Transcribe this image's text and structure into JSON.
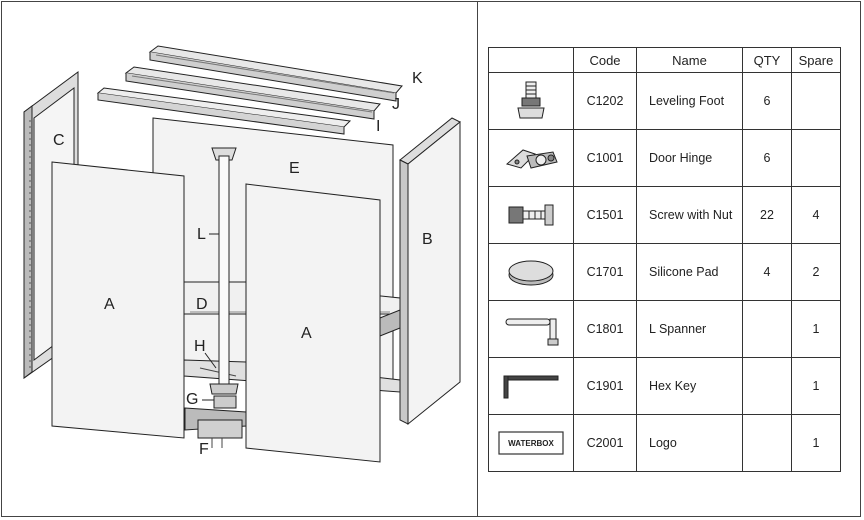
{
  "diagram": {
    "labels": {
      "K": "K",
      "J": "J",
      "I": "I",
      "C": "C",
      "E": "E",
      "B": "B",
      "L": "L",
      "A_left": "A",
      "A_right": "A",
      "D": "D",
      "H": "H",
      "G": "G",
      "F": "F"
    }
  },
  "table": {
    "headers": [
      "Code",
      "Name",
      "QTY",
      "Spare"
    ],
    "rows": [
      {
        "icon": "leveling-foot-icon",
        "code": "C1202",
        "name": "Leveling Foot",
        "qty": "6",
        "spare": ""
      },
      {
        "icon": "door-hinge-icon",
        "code": "C1001",
        "name": "Door Hinge",
        "qty": "6",
        "spare": ""
      },
      {
        "icon": "screw-with-nut-icon",
        "code": "C1501",
        "name": "Screw with Nut",
        "qty": "22",
        "spare": "4"
      },
      {
        "icon": "silicone-pad-icon",
        "code": "C1701",
        "name": "Silicone Pad",
        "qty": "4",
        "spare": "2"
      },
      {
        "icon": "l-spanner-icon",
        "code": "C1801",
        "name": "L Spanner",
        "qty": "",
        "spare": "1"
      },
      {
        "icon": "hex-key-icon",
        "code": "C1901",
        "name": "Hex Key",
        "qty": "",
        "spare": "1"
      },
      {
        "icon": "logo-icon",
        "code": "C2001",
        "name": "Logo",
        "qty": "",
        "spare": "1"
      }
    ],
    "logo_text": "WATERBOX"
  }
}
